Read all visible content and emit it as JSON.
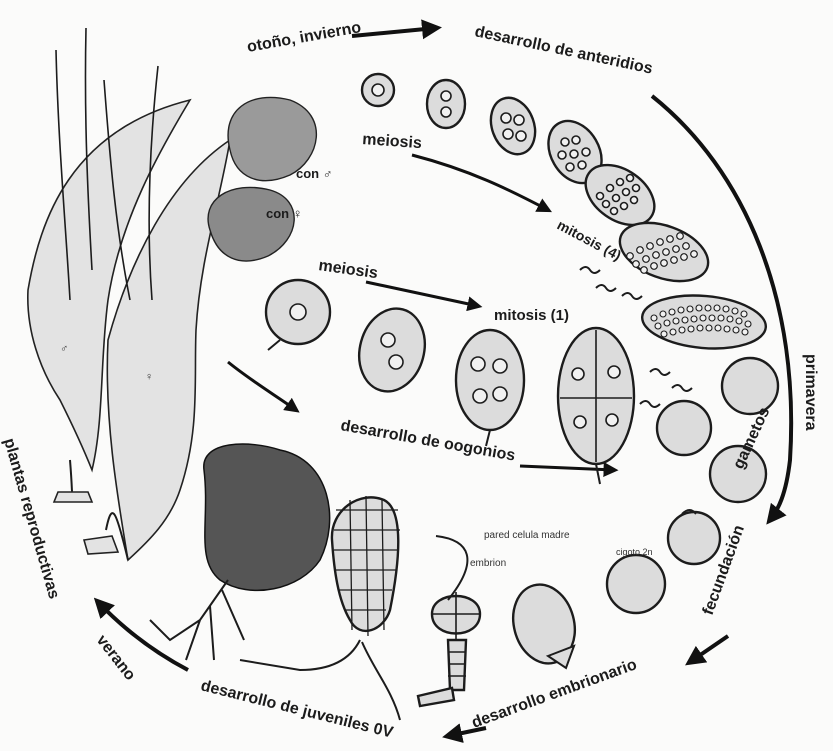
{
  "labels": {
    "otono_invierno": "otoño, invierno",
    "desarrollo_anteridios": "desarrollo de anteridios",
    "primavera": "primavera",
    "gametos": "gametos",
    "fecundacion": "fecundación",
    "desarrollo_embrionario": "desarrollo embrionario",
    "desarrollo_juveniles": "desarrollo de juveniles 0V",
    "verano": "verano",
    "plantas_reproductivas": "plantas reproductivas",
    "meiosis_top": "meiosis",
    "mitosis_4": "mitosis (4)",
    "meiosis_bottom": "meiosis",
    "mitosis_1": "mitosis (1)",
    "desarrollo_oogonios": "desarrollo de oogonios",
    "con_male": "con ♂",
    "con_female": "con ♀",
    "pared_celula_madre": "pared celula madre",
    "embrion": "embrion",
    "cigoto": "cigoto 2n",
    "plant_male": "♂",
    "plant_female": "♀"
  }
}
